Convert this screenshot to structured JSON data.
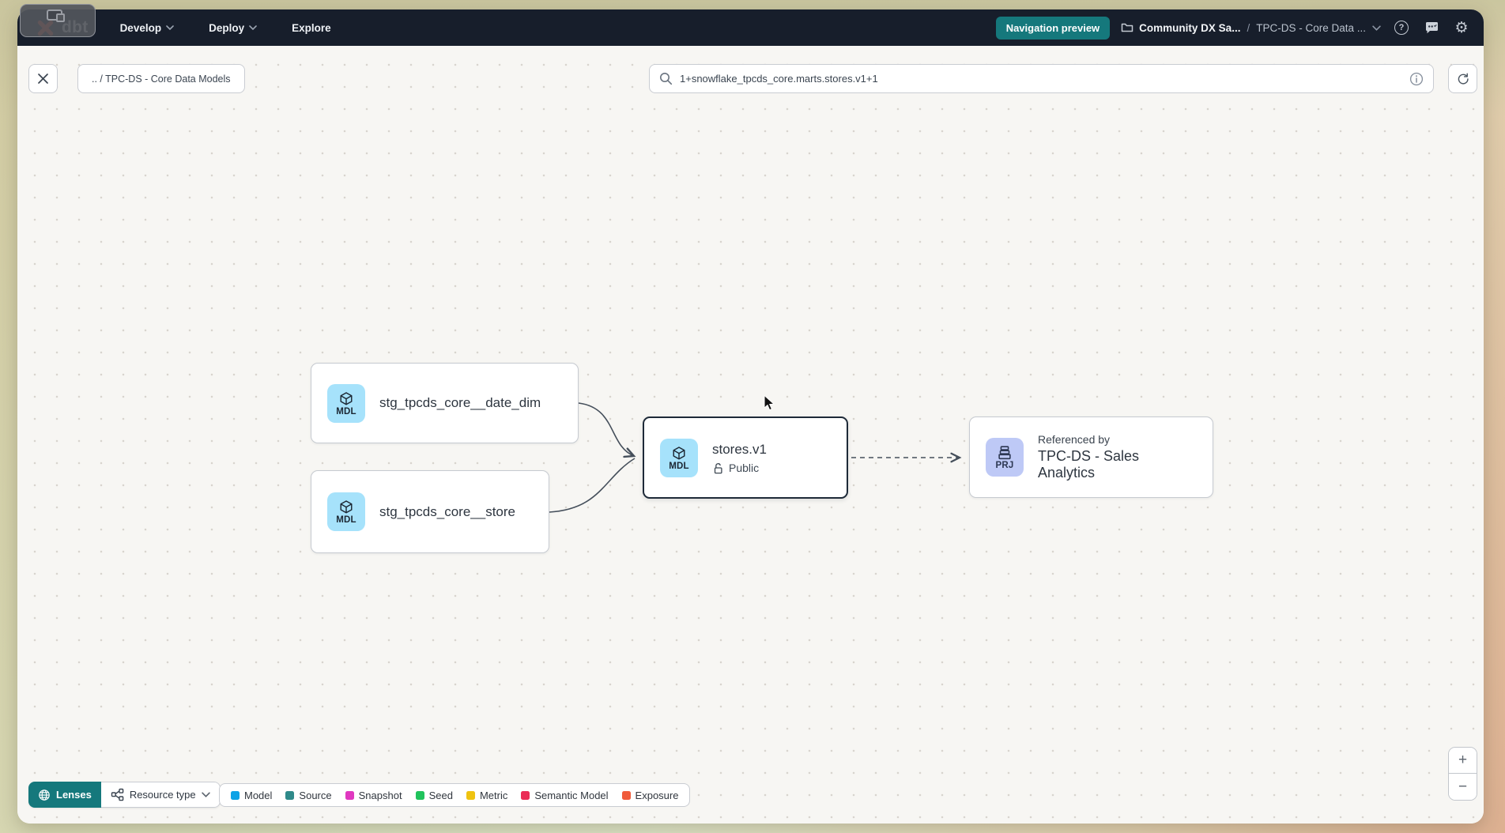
{
  "navbar": {
    "logo_label": "dbt",
    "menu": [
      {
        "label": "Develop"
      },
      {
        "label": "Deploy"
      },
      {
        "label": "Explore"
      }
    ],
    "preview_badge": "Navigation preview",
    "breadcrumb": {
      "account": "Community DX Sa...",
      "separator": "/",
      "project": "TPC-DS - Core Data ..."
    },
    "help_glyph": "?",
    "settings_glyph": "⚙"
  },
  "toolbar": {
    "path_chip": ".. / TPC-DS - Core Data Models",
    "search_value": "1+snowflake_tpcds_core.marts.stores.v1+1"
  },
  "graph": {
    "nodes": {
      "date_dim": {
        "badge": "MDL",
        "title": "stg_tpcds_core__date_dim"
      },
      "store": {
        "badge": "MDL",
        "title": "stg_tpcds_core__store"
      },
      "stores_v1": {
        "badge": "MDL",
        "title": "stores.v1",
        "access": "Public"
      },
      "referenced": {
        "badge": "PRJ",
        "caption": "Referenced by",
        "title": "TPC-DS - Sales Analytics"
      }
    }
  },
  "footer": {
    "lenses_label": "Lenses",
    "resource_type_label": "Resource type",
    "legend": [
      {
        "label": "Model",
        "color": "#0ea2e6"
      },
      {
        "label": "Source",
        "color": "#2f8a8a"
      },
      {
        "label": "Snapshot",
        "color": "#e038c0"
      },
      {
        "label": "Seed",
        "color": "#21c35c"
      },
      {
        "label": "Metric",
        "color": "#efc310"
      },
      {
        "label": "Semantic Model",
        "color": "#ea2c56"
      },
      {
        "label": "Exposure",
        "color": "#f05b3b"
      }
    ]
  },
  "zoom_controls": {
    "zoom_in": "+",
    "zoom_out": "−"
  },
  "colors": {
    "accent_teal": "#15787c",
    "navbar_bg": "#171e2b",
    "logo_orange": "#ff4f2e",
    "selection_border": "#1e2a38",
    "model_badge_bg": "#a6e2fb",
    "project_badge_bg": "#bec9f6"
  }
}
